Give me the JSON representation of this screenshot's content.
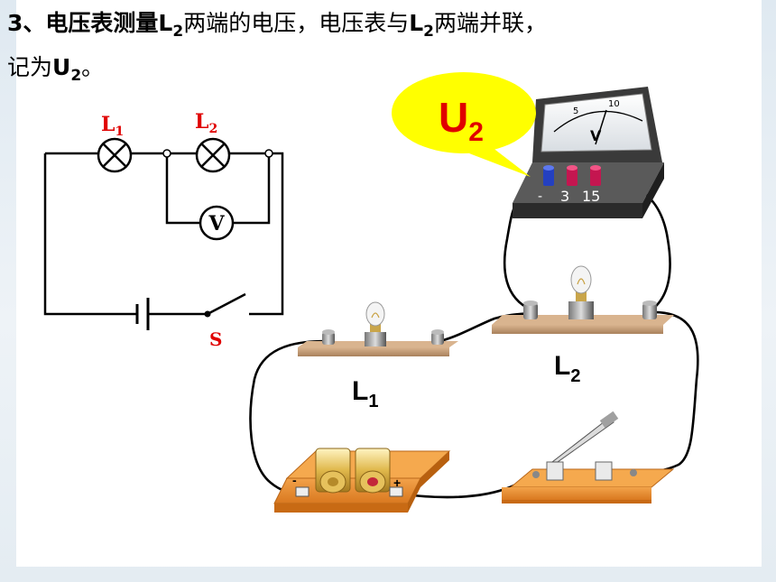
{
  "heading": {
    "line1_pre": "3、电压表测量",
    "line1_sym1": "L",
    "line1_sub1": "2",
    "line1_mid": "两端的电压，电压表与",
    "line1_sym2": "L",
    "line1_sub2": "2",
    "line1_post": "两端并联，",
    "line2_pre": "记为",
    "line2_sym": "U",
    "line2_sub": "2",
    "line2_post": "。"
  },
  "schematic": {
    "lamp1": {
      "symbol": "L",
      "sub": "1"
    },
    "lamp2": {
      "symbol": "L",
      "sub": "2"
    },
    "meter": "V",
    "switch": "S",
    "label_color": "#e00000"
  },
  "callout": {
    "symbol": "U",
    "sub": "2",
    "bubble_color": "#ffff00",
    "text_color": "#e00000"
  },
  "voltmeter": {
    "terminal_minus": "-",
    "terminal_3": "3",
    "terminal_15": "15",
    "dial_letter": "V",
    "scale": [
      "5",
      "10"
    ]
  },
  "apparatus": {
    "lamp1": {
      "symbol": "L",
      "sub": "1"
    },
    "lamp2": {
      "symbol": "L",
      "sub": "2"
    },
    "battery_minus": "-",
    "battery_plus": "+"
  }
}
